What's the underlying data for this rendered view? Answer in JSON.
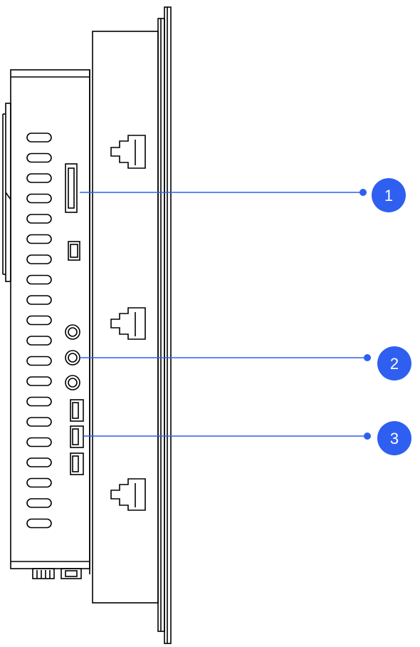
{
  "diagram": {
    "line_color": "#000000",
    "callout_color": "#2f5ff0",
    "callout_text_color": "#ffffff",
    "callouts": [
      {
        "label": "1",
        "target": "card-slot"
      },
      {
        "label": "2",
        "target": "audio-jacks"
      },
      {
        "label": "3",
        "target": "usb-ports"
      }
    ]
  }
}
